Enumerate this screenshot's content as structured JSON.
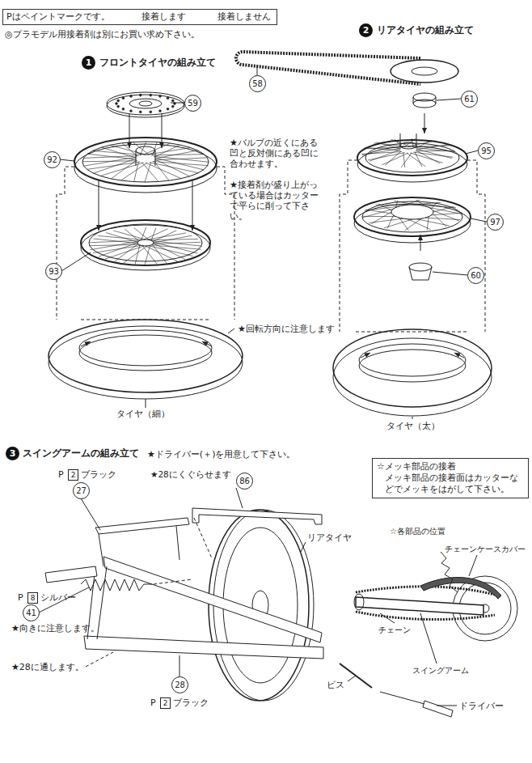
{
  "diagram": {
    "nodes": [
      {
        "text": [
          "Pはペイントマークです。"
        ]
      },
      {
        "text": [
          "☆メッキ部品の接着",
          "メッキ部品の接着面はカッターなどでメッキをはがして下さい。"
        ]
      }
    ],
    "labels": [
      "◎プラモデル用接着剤は別にお買い求め下さい。",
      "1",
      "フロントタイヤの組み立て",
      "59",
      "92",
      "★バルブの近くにある凹と反対側にある凹に合わせます。",
      "★接着剤が盛り上がっている場合はカッターで平らに削って下さい。",
      "93",
      "★回転方向に注意します",
      "タイヤ（細）",
      "2",
      "リアタイヤの組み立て",
      "58",
      "61",
      "95",
      "97",
      "60",
      "タイヤ（太）",
      "3",
      "スイングアームの組み立て",
      "★ドライバー(＋)を用意して下さい。",
      "P",
      "2",
      "ブラック",
      "27",
      "★28にくぐらせます",
      "86",
      "リアタイヤ",
      "P",
      "8",
      "シルバー",
      "41",
      "★向きに注意します。",
      "★28に通します。",
      "28",
      "P",
      "2",
      "ブラック",
      "ビス",
      "ドライバー",
      "☆各部品の位置",
      "チェーンケースカバー",
      "チェーン",
      "スイングアーム"
    ],
    "legend": [
      {
        "text": "接着します"
      },
      {
        "text": "接着しません"
      }
    ]
  }
}
